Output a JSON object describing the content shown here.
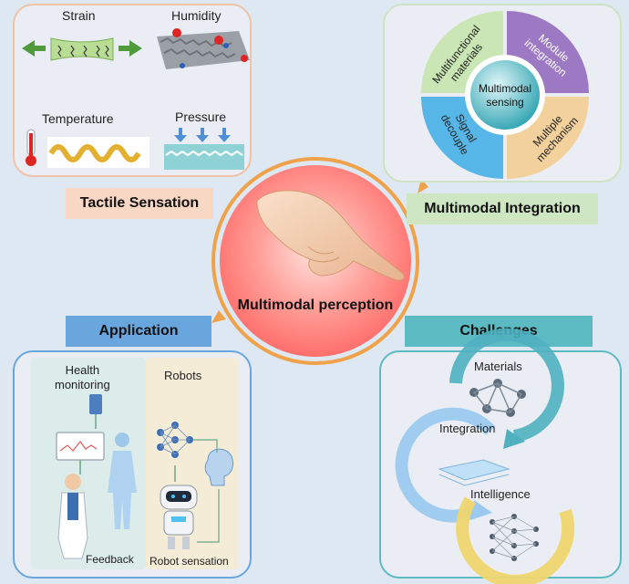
{
  "tactile": {
    "header": "Tactile Sensation",
    "strain": "Strain",
    "humidity": "Humidity",
    "temperature": "Temperature",
    "pressure": "Pressure"
  },
  "integration": {
    "header": "Multimodal Integration",
    "center": [
      "Multimodal",
      "sensing"
    ],
    "multifunctional": [
      "Multifunctional",
      "materials"
    ],
    "module": [
      "Module",
      "integration"
    ],
    "signal": [
      "Signal",
      "decouple"
    ],
    "mechanism": [
      "Multiple",
      "mechanism"
    ]
  },
  "center": {
    "label": "Multimodal perception"
  },
  "application": {
    "header": "Application",
    "health": [
      "Health",
      "monitoring"
    ],
    "robots": "Robots",
    "feedback": "Feedback",
    "robot_sensation": "Robot sensation"
  },
  "challenges": {
    "header": "Challenges",
    "materials": "Materials",
    "integration": "Integration",
    "intelligence": "Intelligence"
  },
  "colors": {
    "background": "#dde8f3",
    "tactile_border": "#f0c3a6",
    "tactile_header": "#f8d7c4",
    "integration_border": "#cde3c1",
    "integration_header": "#cfe6c2",
    "application_header": "#6aa6de",
    "challenges_header": "#5cbac2",
    "center_circle": "#ff8a84",
    "center_ring": "#f0a24a",
    "green": "#c9e6b4",
    "purple": "#9d79c3",
    "blue": "#56b6e8",
    "tan": "#f3d19c",
    "teal": "#4fb0c0"
  }
}
